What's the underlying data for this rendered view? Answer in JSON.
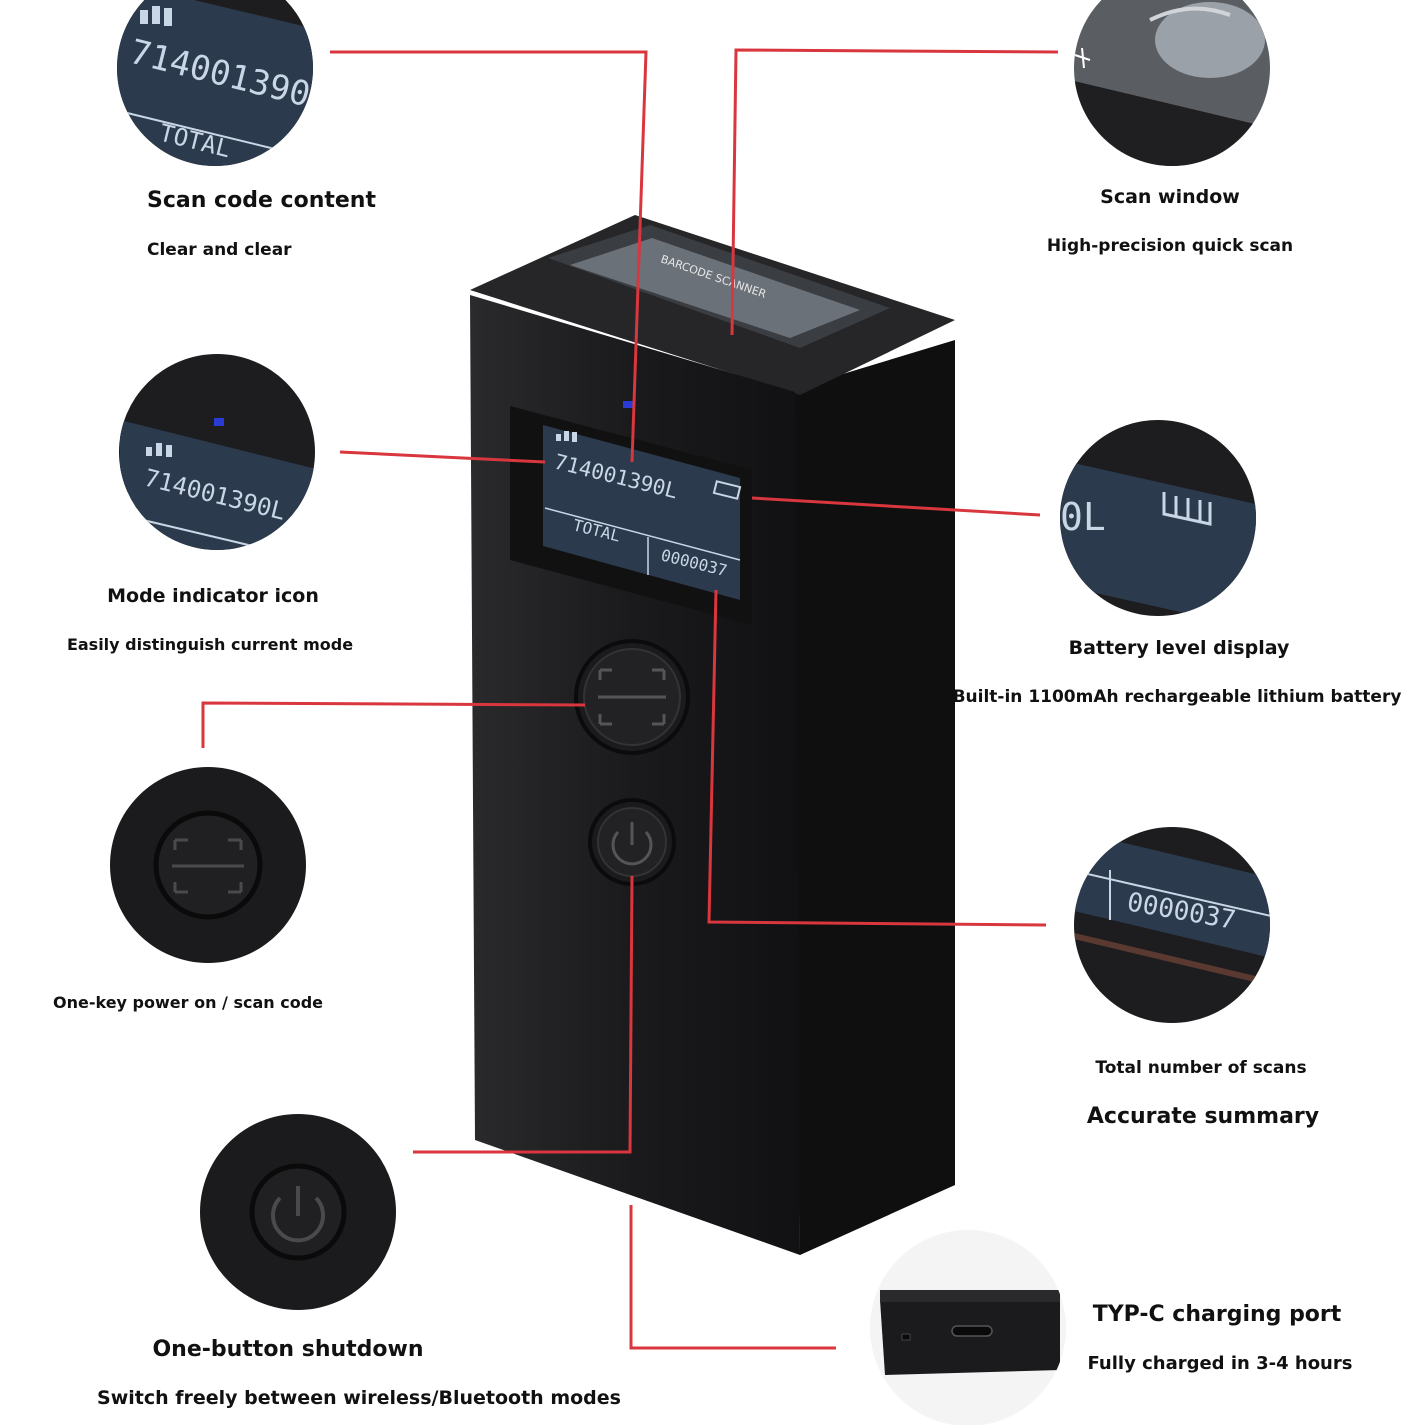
{
  "device": {
    "window_label": "BARCODE SCANNER",
    "screen": {
      "code": "714001390L",
      "total_label": "TOTAL",
      "count": "0000037"
    }
  },
  "callouts": {
    "scan_content": {
      "title": "Scan code content",
      "sub": "Clear and clear"
    },
    "scan_window": {
      "title": "Scan window",
      "sub": "High-precision quick scan"
    },
    "mode_indicator": {
      "title": "Mode indicator icon",
      "sub": "Easily distinguish current mode"
    },
    "battery": {
      "title": "Battery level display",
      "sub": "Built-in 1100mAh rechargeable lithium battery"
    },
    "power_scan": {
      "sub": "One-key power on / scan code"
    },
    "total_scans": {
      "sub": "Total number of scans",
      "title": "Accurate summary"
    },
    "shutdown": {
      "title": "One-button shutdown",
      "sub": "Switch freely between wireless/Bluetooth modes"
    },
    "charging": {
      "title": "TYP-C charging port",
      "sub": "Fully charged in 3-4 hours"
    }
  },
  "colors": {
    "leader_line": "#d9363e",
    "device_body": "#1c1c1e",
    "lcd": "#2b3a4c",
    "led": "#2a3bd6"
  }
}
